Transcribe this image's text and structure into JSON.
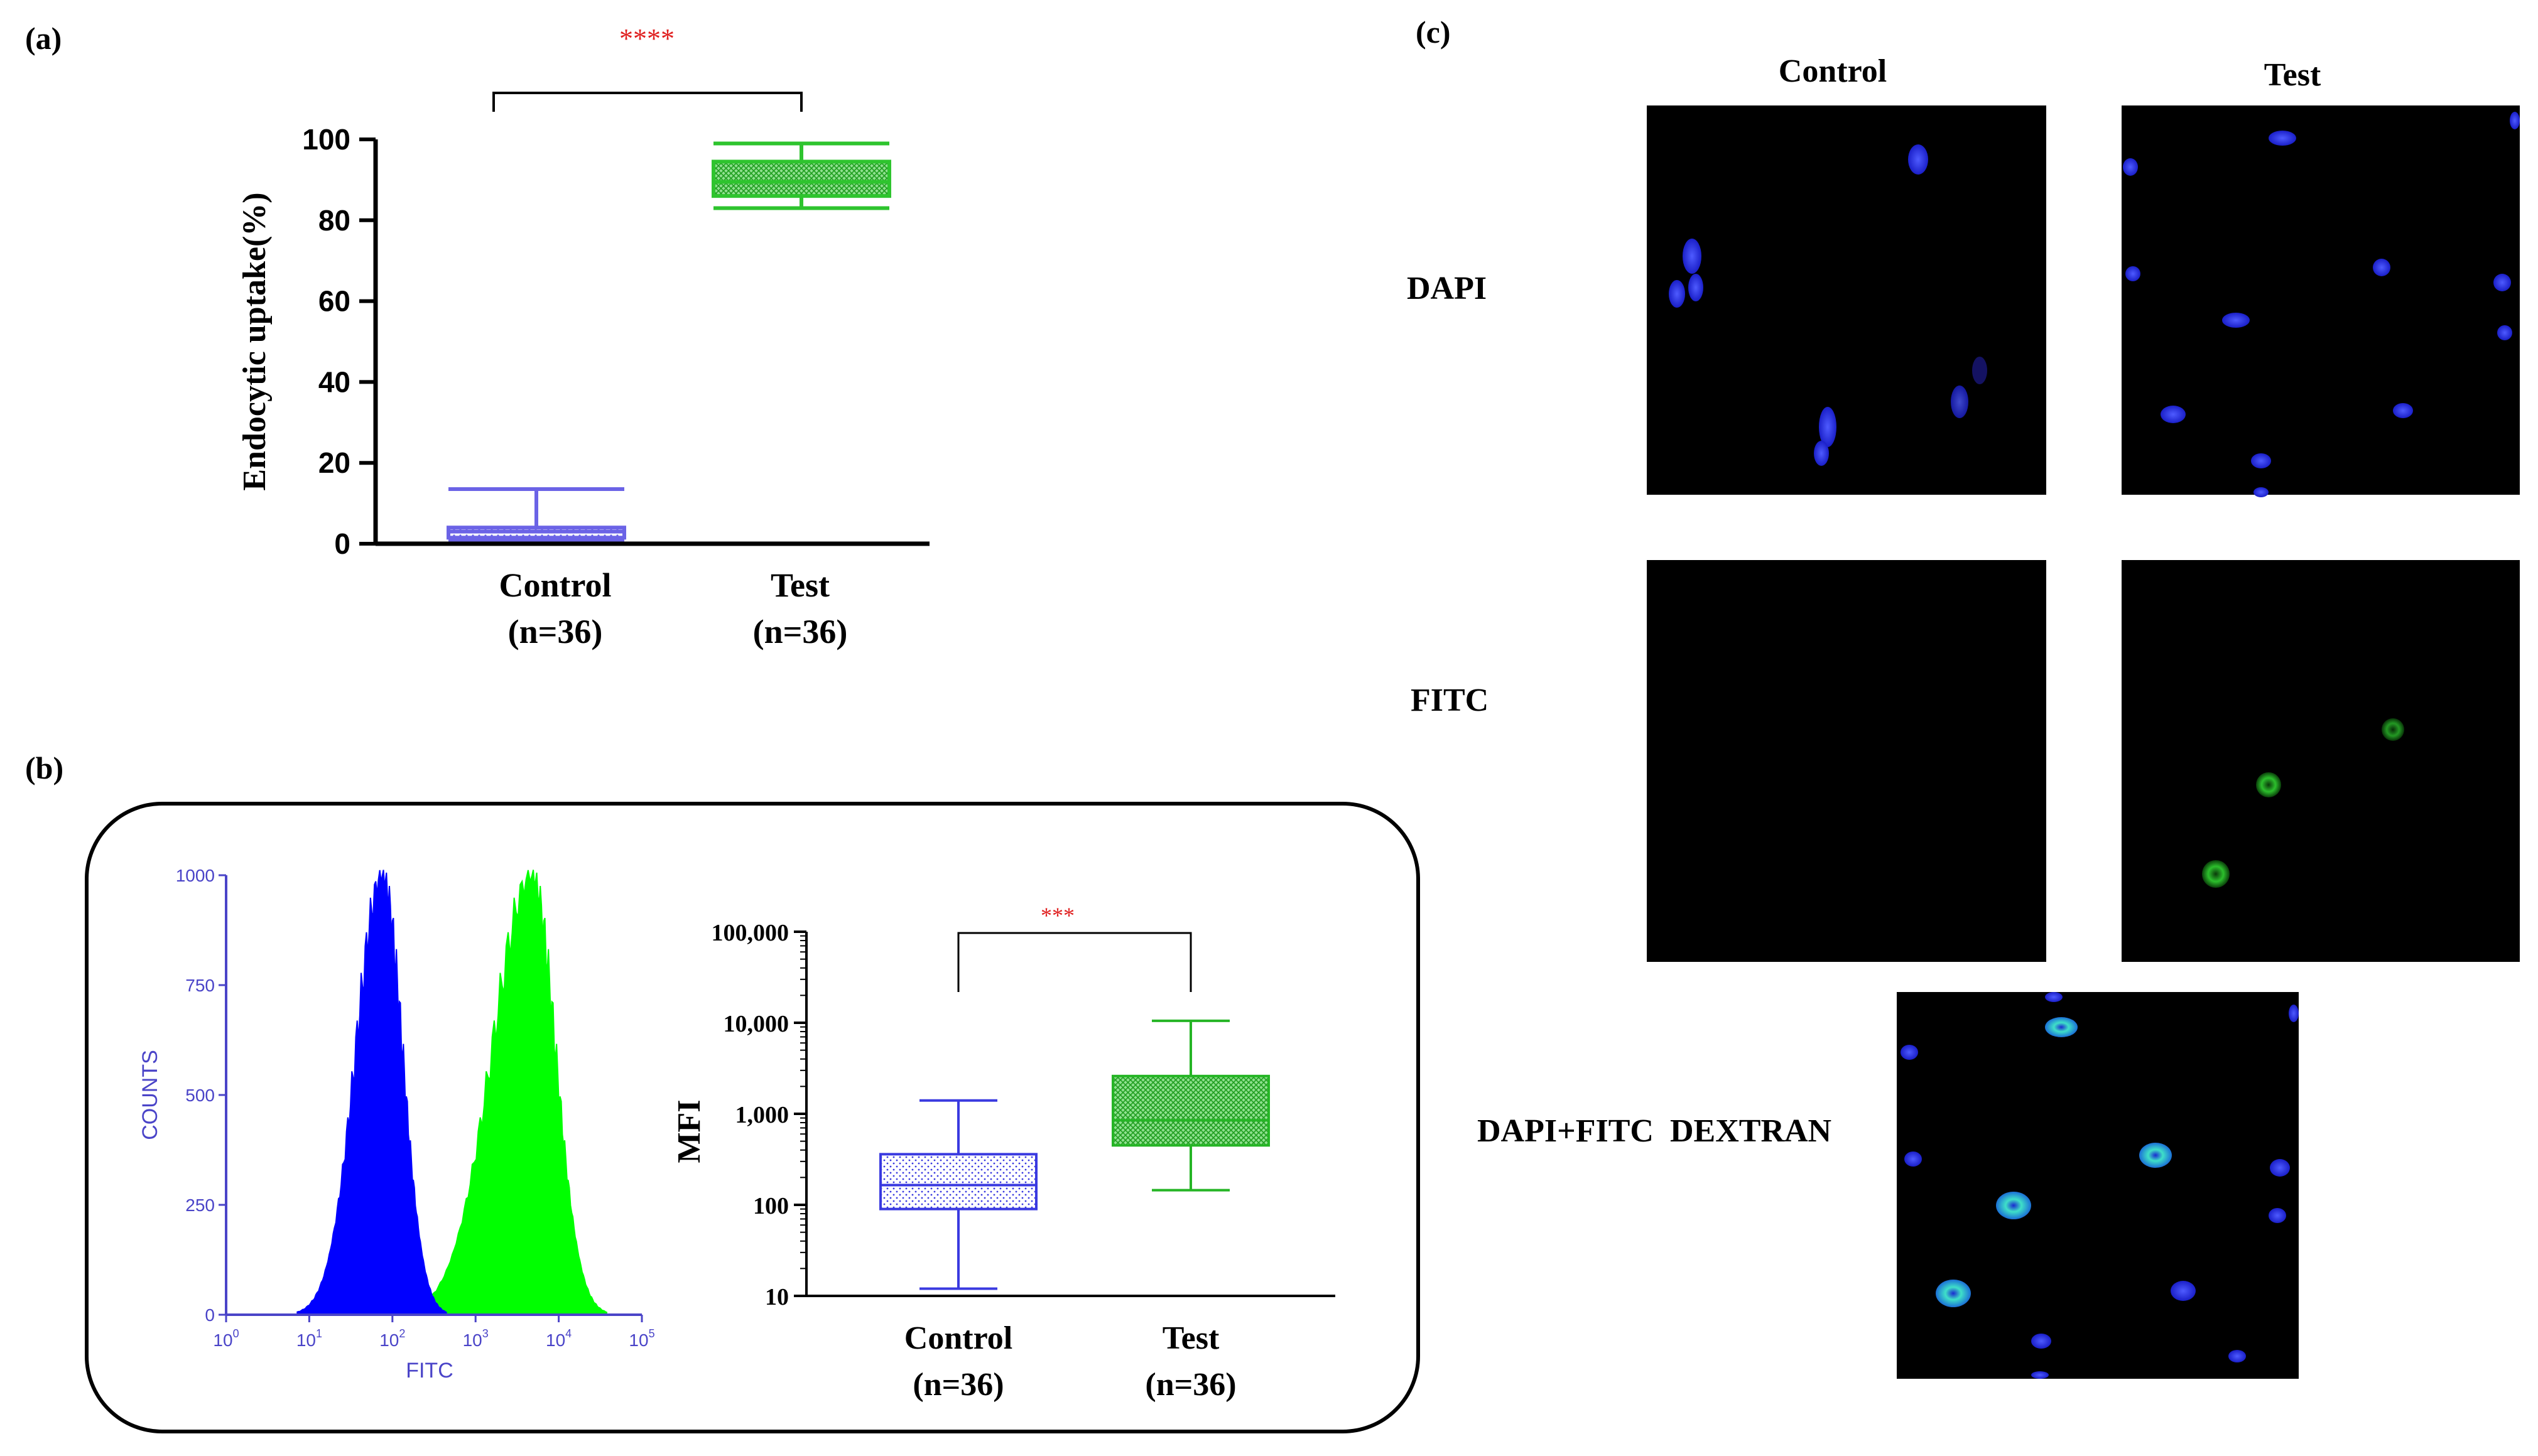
{
  "panels": {
    "a": {
      "label": "(a)",
      "significance": "****",
      "chart_data": {
        "type": "boxplot",
        "ylabel": "Endocytic uptake(%)",
        "ylim": [
          0,
          100
        ],
        "yticks": [
          "0",
          "20",
          "40",
          "60",
          "80",
          "100"
        ],
        "categories": [
          {
            "line1": "Control",
            "line2": "(n=36)"
          },
          {
            "line1": "Test",
            "line2": "(n=36)"
          }
        ],
        "boxes": [
          {
            "name": "Control",
            "min": 1,
            "q1": 1.5,
            "median": 3,
            "q3": 4,
            "max": 13.5,
            "color": "#6b63e6",
            "pattern": "dots"
          },
          {
            "name": "Test",
            "min": 83,
            "q1": 86,
            "median": 89.5,
            "q3": 94.5,
            "max": 99,
            "color": "#2ec42e",
            "pattern": "grid"
          }
        ]
      }
    },
    "b": {
      "label": "(b)",
      "histogram": {
        "chart_data": {
          "type": "area",
          "xlabel": "FITC",
          "ylabel": "COUNTS",
          "xlim": [
            0,
            5
          ],
          "ylim": [
            0,
            1000
          ],
          "yticks": [
            "0",
            "250",
            "500",
            "750",
            "1000"
          ],
          "xticks_base": "10",
          "xticks_exp": [
            "0",
            "1",
            "2",
            "3",
            "4",
            "5"
          ],
          "series": [
            {
              "peak_log": 1.88,
              "peak_count": 1000,
              "color": "#0000ff"
            },
            {
              "peak_log": 3.68,
              "peak_count": 1000,
              "color": "#00ff00"
            }
          ]
        }
      },
      "boxplot": {
        "significance": "***",
        "chart_data": {
          "type": "boxplot",
          "ylabel": "MFI",
          "yscale": "log",
          "ylim": [
            10,
            100000
          ],
          "yticks": [
            "10",
            "100",
            "1,000",
            "10,000",
            "100,000"
          ],
          "categories": [
            {
              "line1": "Control",
              "line2": "(n=36)"
            },
            {
              "line1": "Test",
              "line2": "(n=36)"
            }
          ],
          "boxes": [
            {
              "name": "Control",
              "min": 12,
              "q1": 90,
              "median": 165,
              "q3": 360,
              "max": 1400,
              "color": "#3a3ae0",
              "pattern": "dots"
            },
            {
              "name": "Test",
              "min": 145,
              "q1": 450,
              "median": 850,
              "q3": 2600,
              "max": 10500,
              "color": "#25b525",
              "pattern": "grid"
            }
          ]
        }
      }
    },
    "c": {
      "label": "(c)",
      "columns": [
        "Control",
        "Test"
      ],
      "rows": [
        "DAPI",
        "FITC",
        "DAPI+FITC  DEXTRAN"
      ]
    }
  }
}
